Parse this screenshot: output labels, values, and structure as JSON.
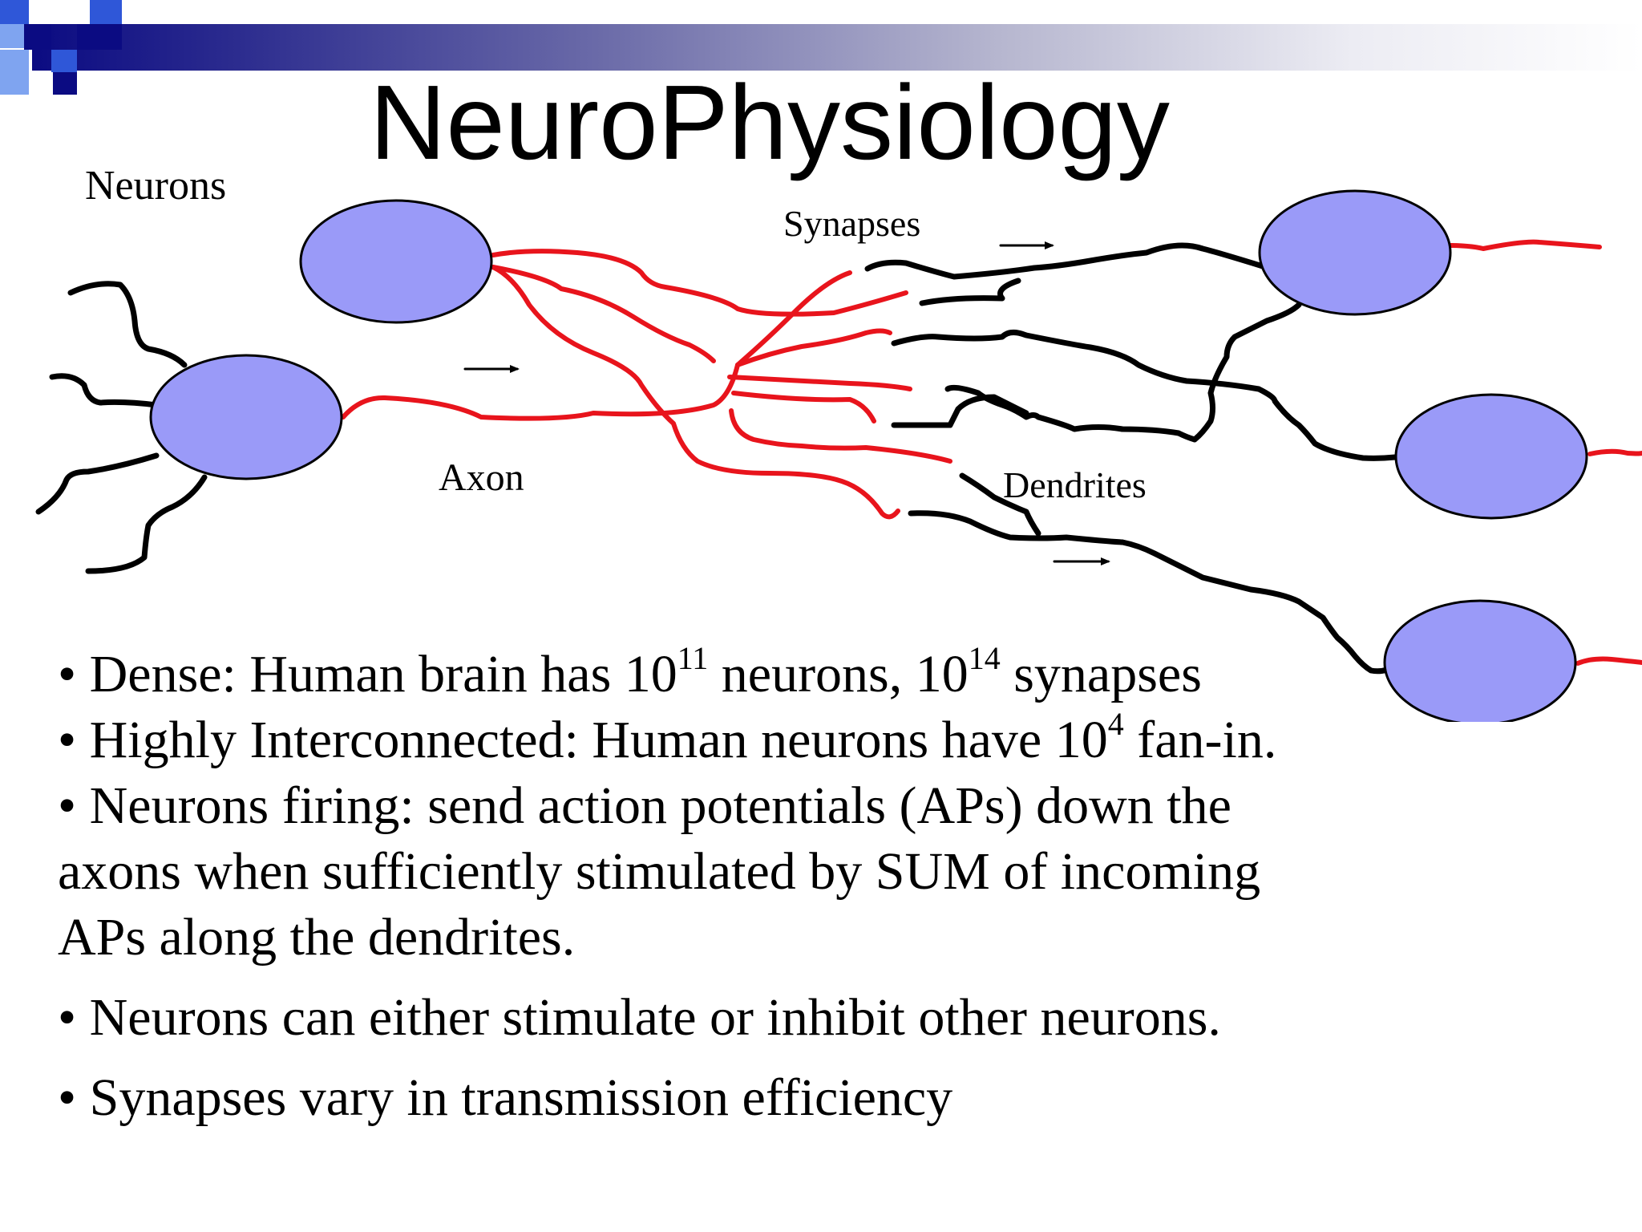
{
  "slide": {
    "title": "NeuroPhysiology",
    "colors": {
      "cell_body_fill": "#9a9af8",
      "axon_red": "#e8141c",
      "dendrite_black": "#000000",
      "header_gradient_start": "#0b0b82"
    }
  },
  "diagram": {
    "labels": {
      "neurons": "Neurons",
      "synapses": "Synapses",
      "axon": "Axon",
      "dendrites": "Dendrites"
    }
  },
  "bullets": {
    "b1": {
      "symbol": "•",
      "pre": "Dense:  Human brain has 10",
      "exp1": "11",
      "mid": " neurons, 10",
      "exp2": "14",
      "post": " synapses"
    },
    "b2": {
      "symbol": "•",
      "pre": "Highly Interconnected:  Human neurons have 10",
      "exp1": "4",
      "post": " fan-in."
    },
    "b3": {
      "symbol": "•",
      "line1": "Neurons firing: send action potentials  (APs) down the",
      "line2": "axons when sufficiently stimulated by  SUM of incoming",
      "line3": "APs along the dendrites."
    },
    "b4": {
      "symbol": "•",
      "text": "Neurons can either stimulate or inhibit other neurons."
    },
    "b5": {
      "symbol": "•",
      "text": "Synapses vary in transmission efficiency"
    }
  }
}
